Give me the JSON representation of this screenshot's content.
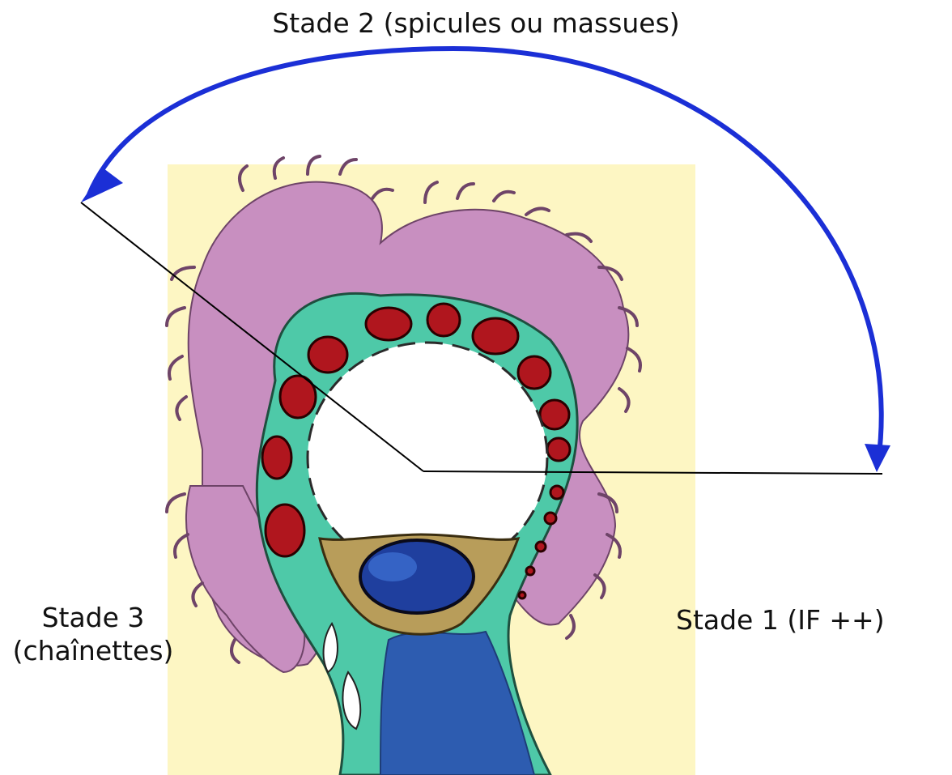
{
  "labels": {
    "stade2": "Stade 2 (spicules ou massues)",
    "stade1": "Stade 1 (IF ++)",
    "stade3_line1": "Stade 3",
    "stade3_line2": "(chaînettes)"
  },
  "colors": {
    "background_panel": "#fdf6c3",
    "cell_membrane_pink": "#c88fc0",
    "endothelium_teal": "#4ec9a8",
    "lumen": "#ffffff",
    "red_cells": "#b0161e",
    "nucleus_blue": "#1f3f9e",
    "nucleus_sheath": "#b89d5a",
    "arrow_blue": "#1b2fd6",
    "pointer_lines": "#000000"
  }
}
